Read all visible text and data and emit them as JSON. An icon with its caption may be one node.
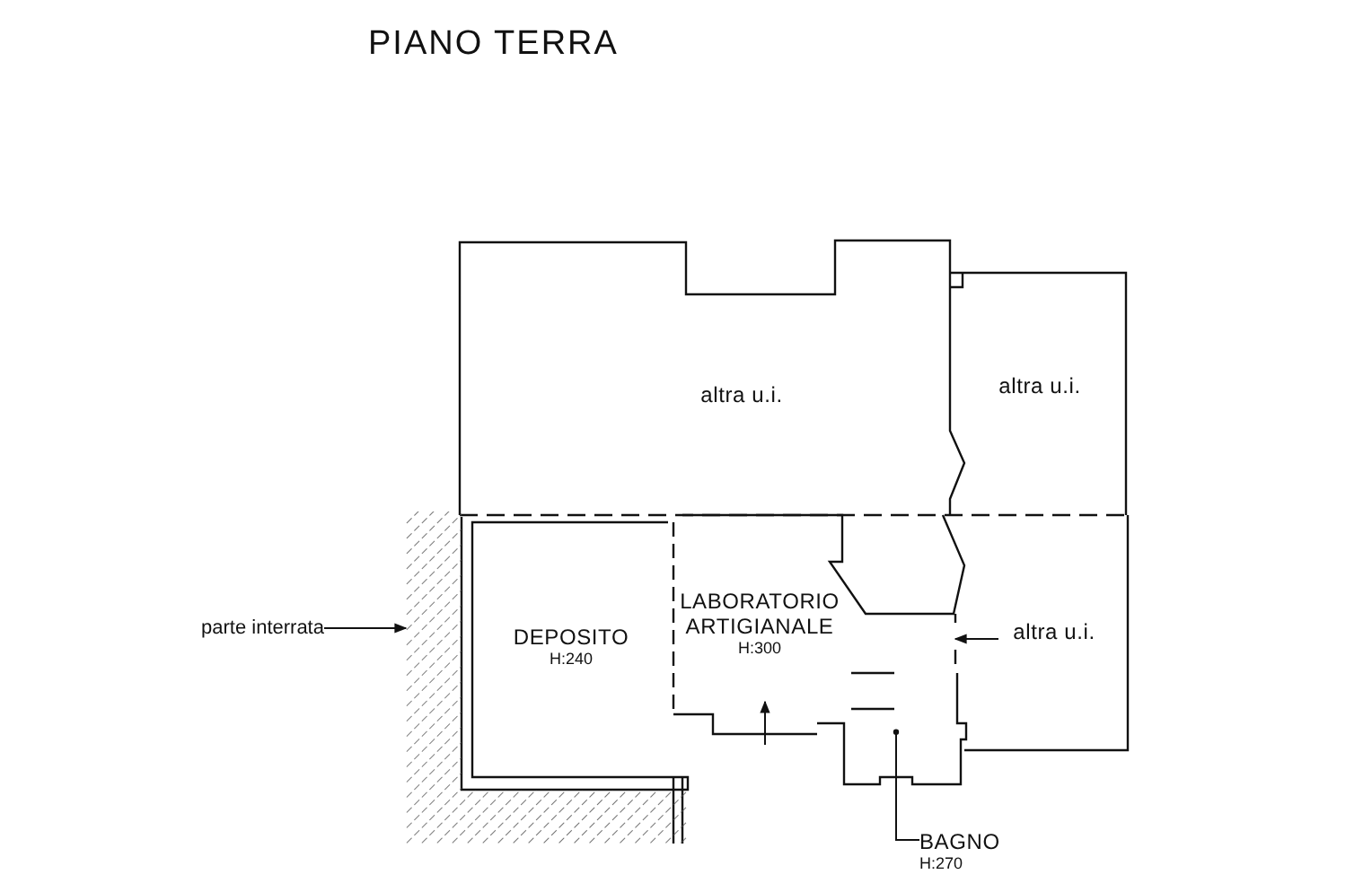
{
  "diagram": {
    "title": "PIANO TERRA",
    "nodes": [
      {
        "text": [
          "altra u.i."
        ]
      },
      {
        "text": [
          "altra u.i."
        ]
      },
      {
        "text": [
          "parte interrata"
        ]
      },
      {
        "text": [],
        "shape": "box"
      },
      {
        "text": [
          "DEPOSITO",
          "H:240"
        ]
      },
      {
        "text": [
          "LABORATORIO ARTIGIANALE",
          "H:300"
        ]
      },
      {
        "text": [
          "altra u.i."
        ]
      },
      {
        "text": [],
        "shape": "box"
      },
      {
        "text": [
          "BAGNO",
          "H:270"
        ]
      }
    ],
    "edges": [
      {
        "from": 2,
        "to": 3,
        "arrow": "to"
      },
      {
        "from": 6,
        "to": 5,
        "arrow": "to"
      },
      {
        "from": null,
        "to": 5,
        "arrow": "to"
      },
      {
        "from": 8,
        "to": 7,
        "arrow": "other"
      }
    ]
  }
}
